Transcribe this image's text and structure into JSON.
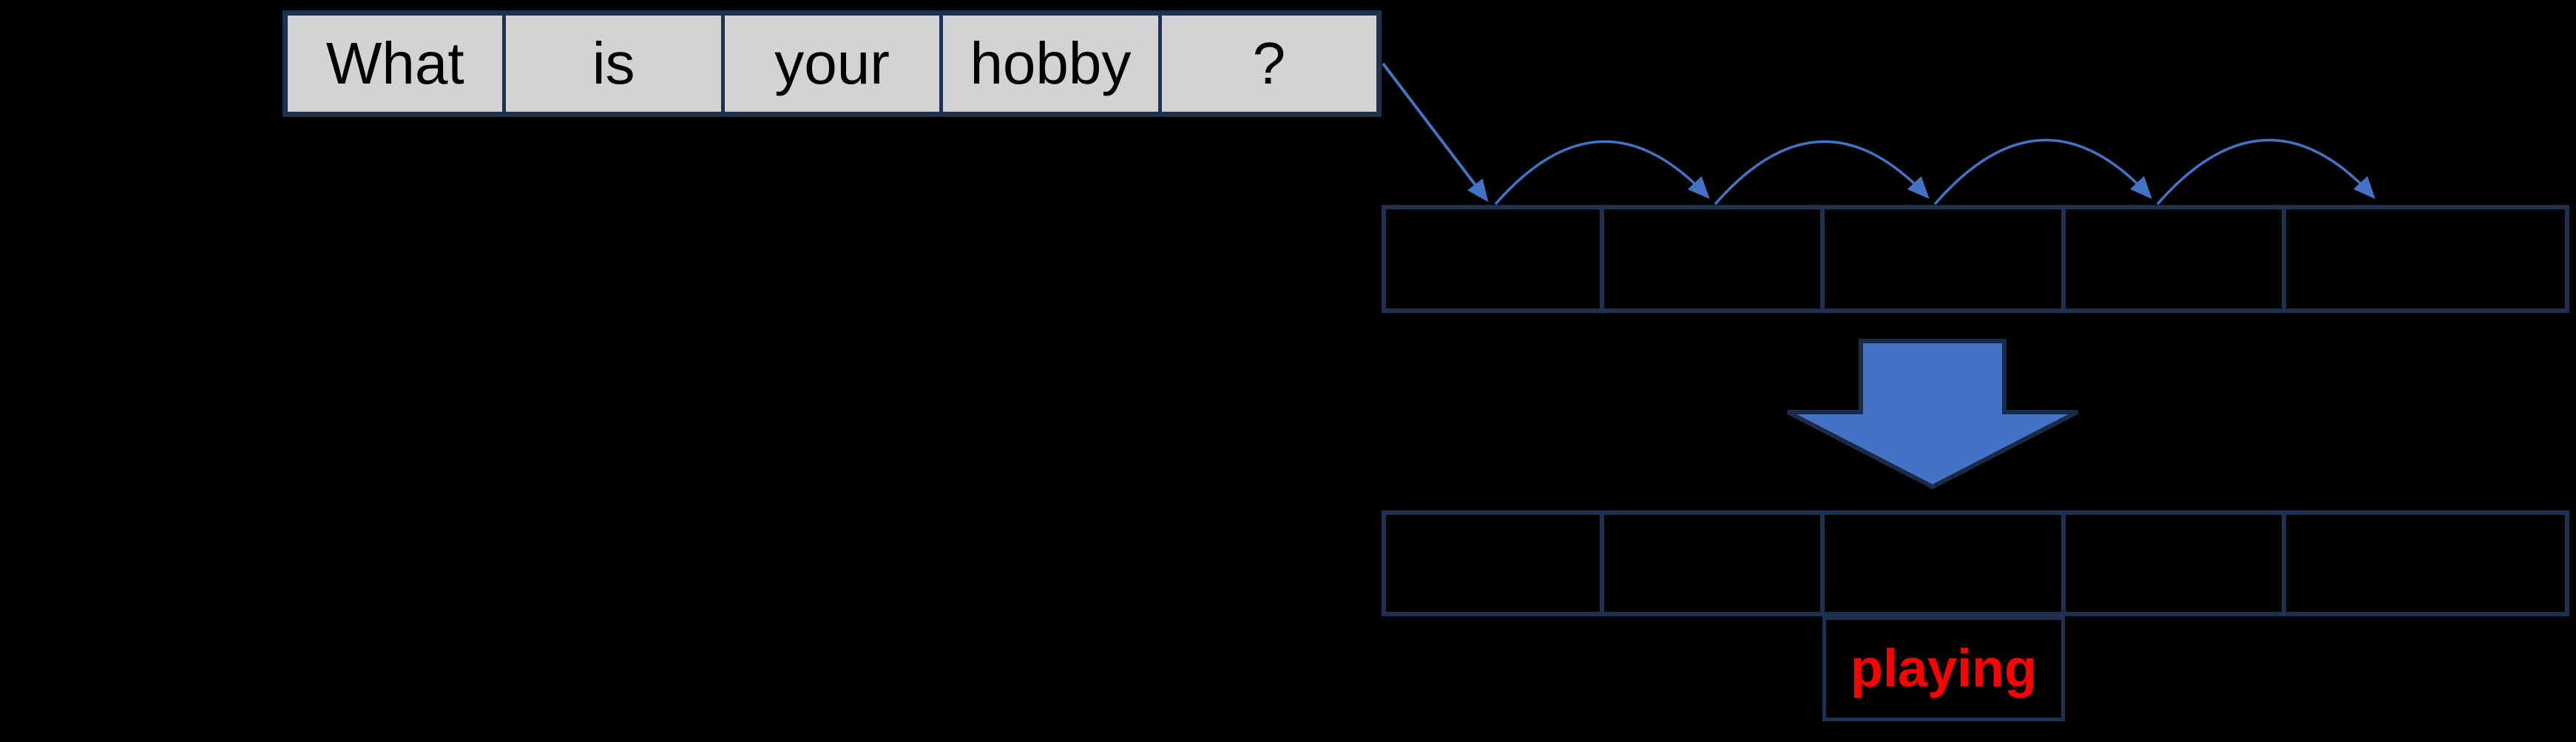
{
  "diagram": {
    "sentence": {
      "tokens": [
        "What",
        "is",
        "your",
        "hobby",
        "?"
      ]
    },
    "encoder_row": {
      "cell_count": 5
    },
    "decoder_row": {
      "cell_count": 5
    },
    "answer": {
      "label": "playing"
    }
  },
  "colors": {
    "background": "#000000",
    "box_border": "#1E3150",
    "token_fill": "#D3D3D3",
    "token_text": "#000000",
    "arrow_blue": "#4472C4",
    "arrow_outline": "#1C2B45",
    "answer_text": "#FF0000"
  }
}
